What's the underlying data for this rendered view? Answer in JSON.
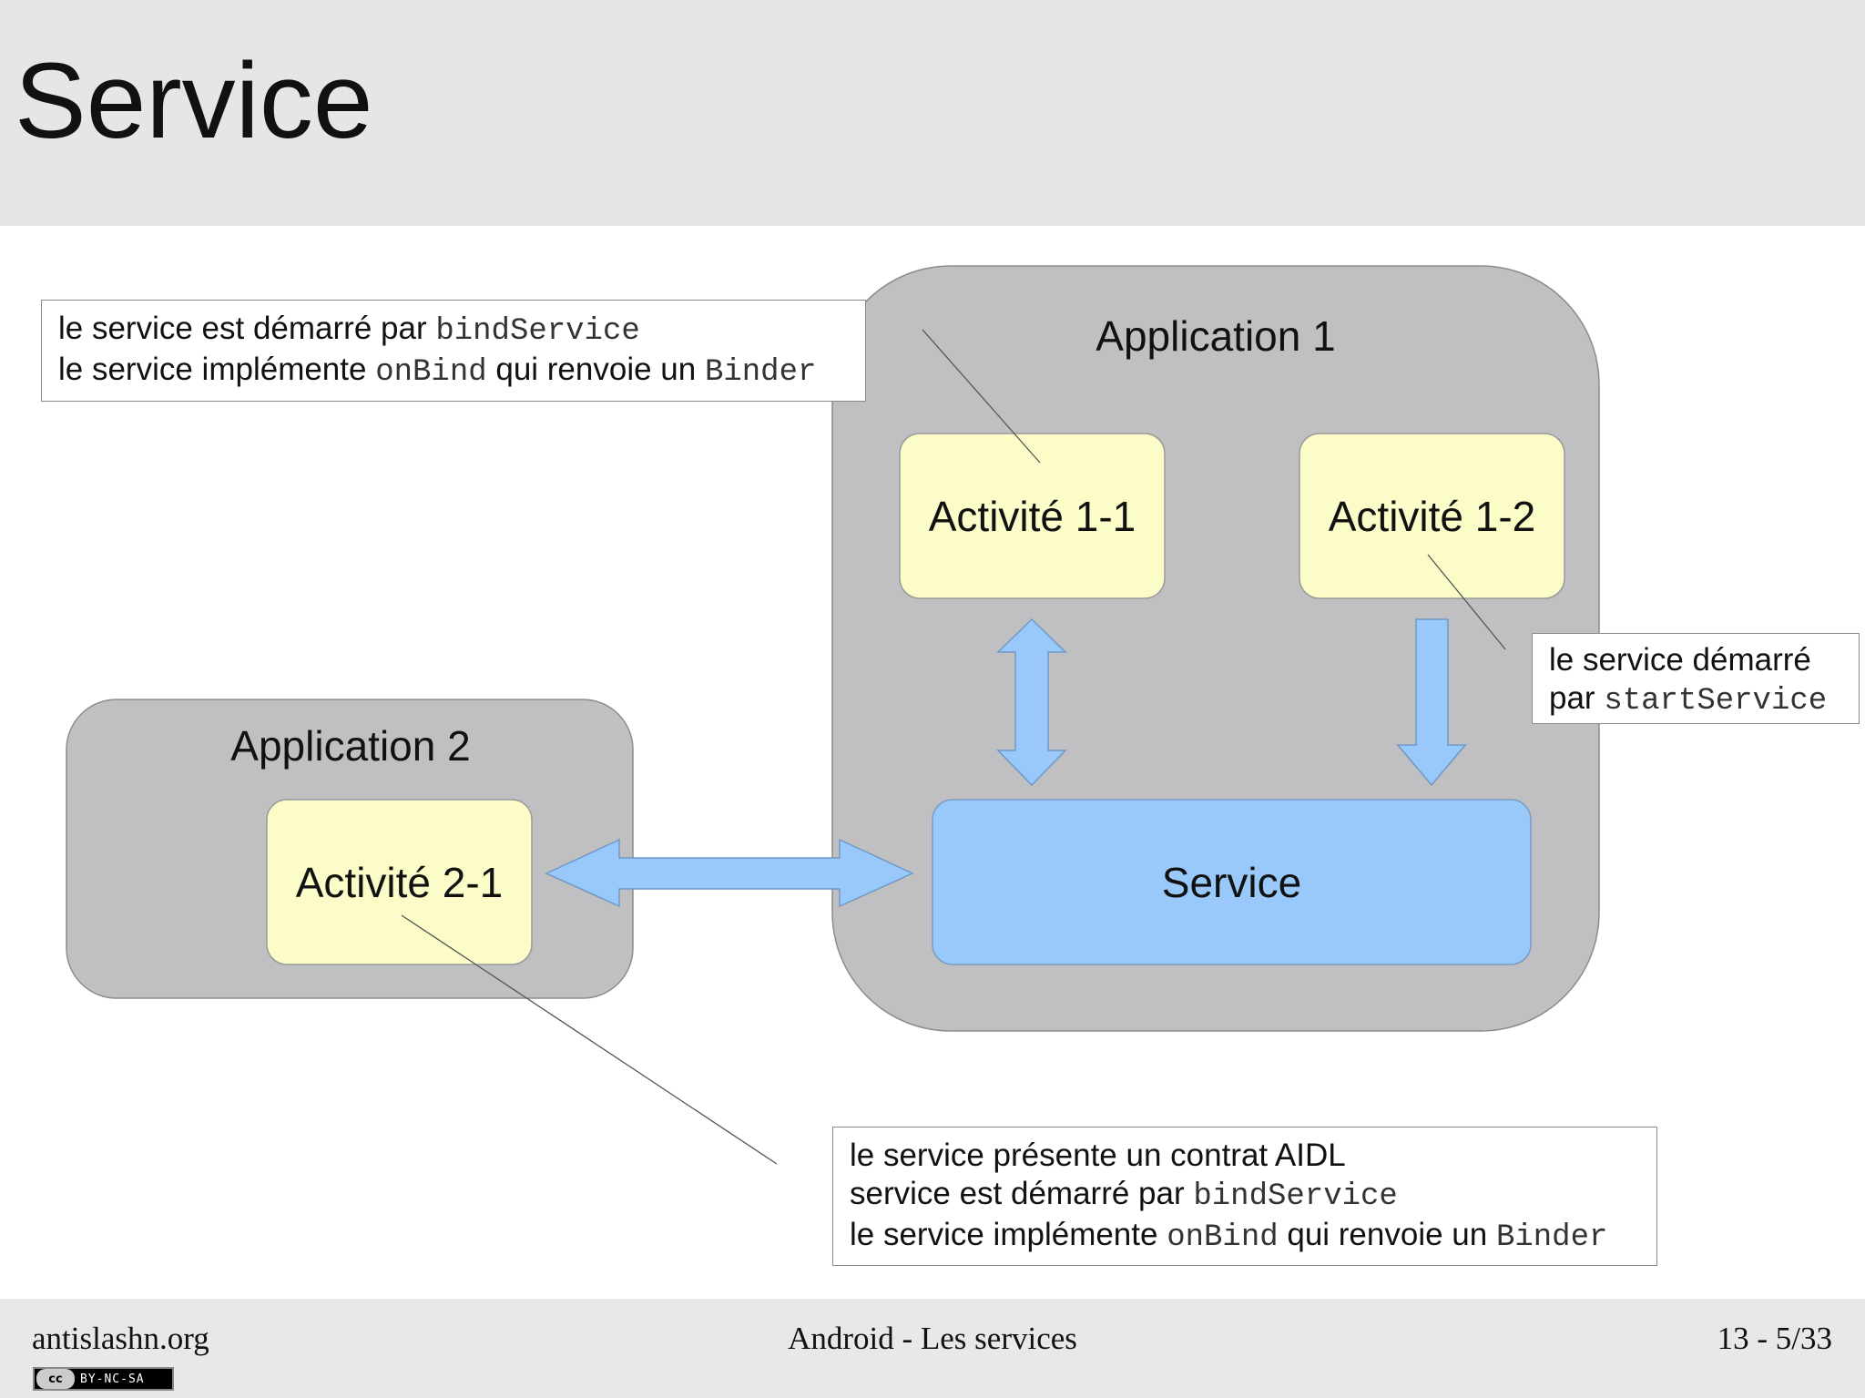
{
  "slide": {
    "title": "Service"
  },
  "diagram": {
    "app1": {
      "label": "Application 1"
    },
    "app2": {
      "label": "Application 2"
    },
    "activity_1_1": "Activité 1-1",
    "activity_1_2": "Activité 1-2",
    "activity_2_1": "Activité 2-1",
    "service": "Service"
  },
  "notes": {
    "top_left": {
      "l1_text": "le service est démarré par ",
      "l1_code": "bindService",
      "l2_text": "le service implémente ",
      "l2_code": "onBind",
      "l2_text2": " qui renvoie un ",
      "l2_code2": "Binder"
    },
    "right": {
      "l1_text": "le service démarré",
      "l2_text": "par ",
      "l2_code": "startService"
    },
    "bottom": {
      "l1_text": "le service présente un contrat AIDL",
      "l2_text": "service est démarré par ",
      "l2_code": "bindService",
      "l3_text": "le service implémente ",
      "l3_code": "onBind",
      "l3_text2": " qui renvoie un ",
      "l3_code2": "Binder"
    }
  },
  "footer": {
    "left": "antislashn.org",
    "center": "Android - Les services",
    "right": "13 - 5/33",
    "license_logo": "cc",
    "license_text": "BY-NC-SA"
  },
  "colors": {
    "header_bg": "#e6e6e6",
    "container_gray": "#c0bfc1",
    "activity_yellow": "#fbfcc8",
    "service_blue": "#99c9fb",
    "footer_bg": "#e8e8e8"
  }
}
